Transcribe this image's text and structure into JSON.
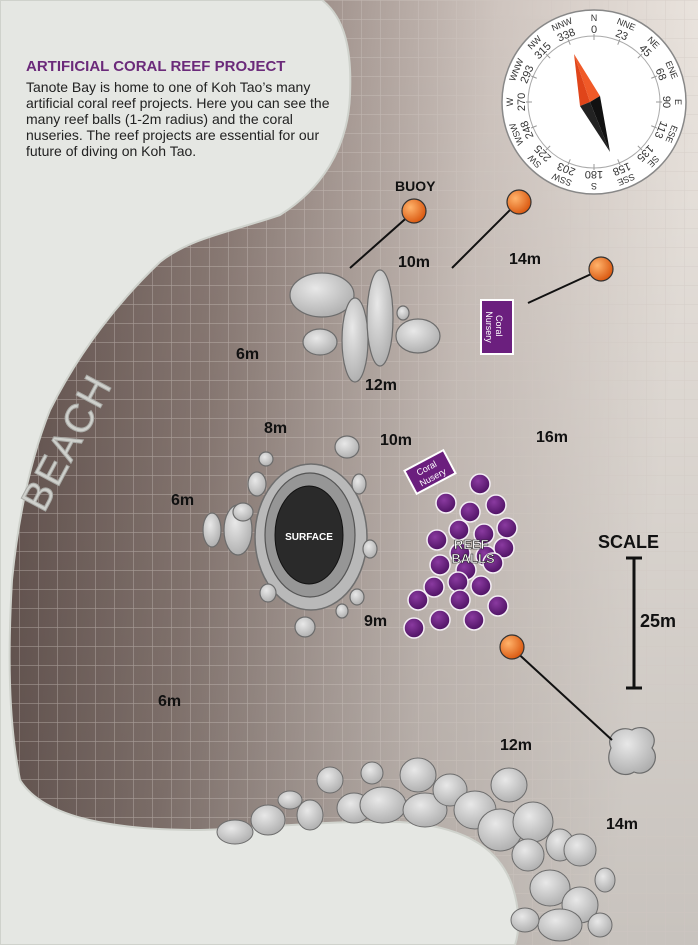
{
  "title": "ARTIFICIAL CORAL REEF PROJECT",
  "description": "Tanote Bay is home to one of Koh Tao’s many artificial coral reef projects. Here you can see the many reef balls (1-2m radius) and the coral nuseries. The reef projects are essential for our future of diving on Koh Tao.",
  "labels": {
    "beach": "BEACH",
    "buoy": "BUOY",
    "surface": "SURFACE",
    "reef_balls": [
      "REEF",
      "BALLS"
    ],
    "coral_nursery_1": [
      "Coral",
      "Nursery"
    ],
    "coral_nursery_2": [
      "Coral",
      "Nusery"
    ]
  },
  "scale": {
    "label": "SCALE",
    "value": "25m"
  },
  "depths": [
    "10m",
    "14m",
    "6m",
    "12m",
    "8m",
    "10m",
    "16m",
    "6m",
    "9m",
    "6m",
    "12m",
    "14m"
  ],
  "compass": {
    "ticks": [
      "N",
      "NNE",
      "NE",
      "ENE",
      "E",
      "ESE",
      "SE",
      "SSE",
      "S",
      "SSW",
      "SW",
      "WSW",
      "W",
      "WNW",
      "NW",
      "NNW"
    ],
    "degrees": [
      "0",
      "23",
      "45",
      "68",
      "90",
      "113",
      "135",
      "158",
      "180",
      "203",
      "225",
      "248",
      "270",
      "293",
      "315",
      "338"
    ]
  },
  "colors": {
    "sand_light": "#e6e0da",
    "sand_dark": "#6e5a55",
    "land": "#e4e6e2",
    "grid": "#c9c1bb",
    "purple": "#6b1f7e",
    "buoy_orange": "#f07a1e",
    "rock": "#c9c9c9",
    "title": "#6b2a7a",
    "compass_red": "#f05a28"
  }
}
